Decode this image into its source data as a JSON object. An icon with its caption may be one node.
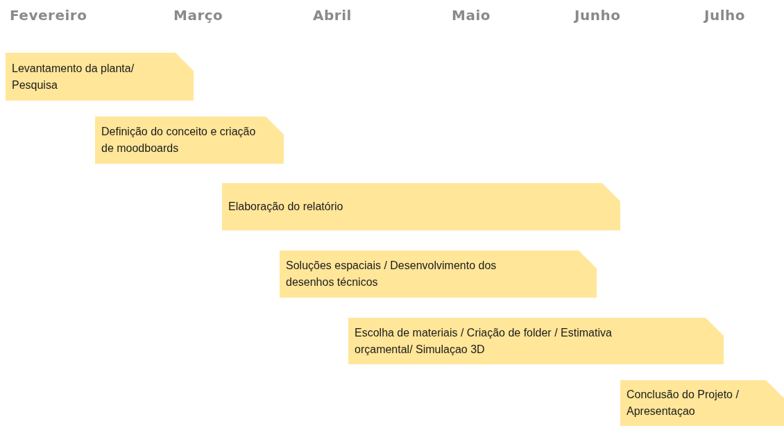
{
  "diagram": {
    "nodes": [
      {
        "text": [
          "Levantamento da planta/ Pesquisa"
        ]
      },
      {
        "text": [
          "Definição do conceito e criação de moodboards"
        ]
      },
      {
        "text": [
          "Elaboração do relatório"
        ]
      },
      {
        "text": [
          "Soluções espaciais / Desenvolvimento dos desenhos técnicos"
        ]
      },
      {
        "text": [
          "Escolha de materiais / Criação de folder / Estimativa orçamental/ Simulaçao 3D"
        ]
      },
      {
        "text": [
          "Conclusão do Projeto / Apresentaçao"
        ]
      }
    ],
    "labels": [
      "Fevereiro",
      "Março",
      "Abril",
      "Maio",
      "Junho",
      "Julho"
    ]
  }
}
